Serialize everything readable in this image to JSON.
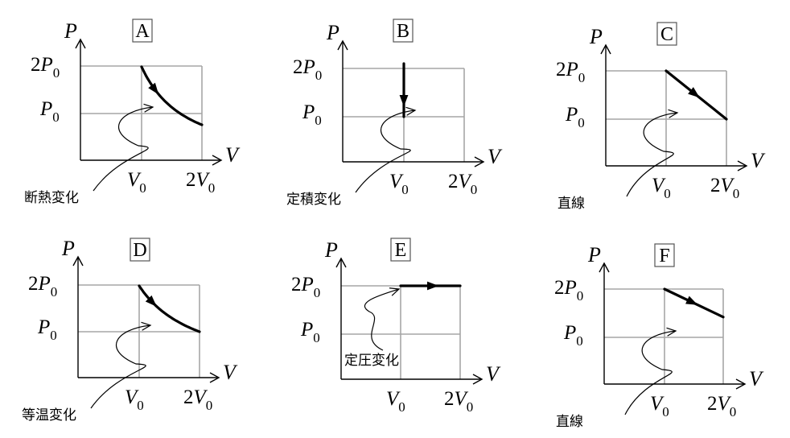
{
  "panels": [
    {
      "letter": "A",
      "note": "断熱変化",
      "curve": "adiabatic"
    },
    {
      "letter": "B",
      "note": "定積変化",
      "curve": "isochoric"
    },
    {
      "letter": "C",
      "note": "直線",
      "curve": "line-steep"
    },
    {
      "letter": "D",
      "note": "等温変化",
      "curve": "isothermal"
    },
    {
      "letter": "E",
      "note": "定圧変化",
      "curve": "isobaric"
    },
    {
      "letter": "F",
      "note": "直線",
      "curve": "line-shallow"
    }
  ],
  "labels": {
    "p_axis": "P",
    "v_axis": "V",
    "two": "2",
    "p_base": "P",
    "v_base": "V",
    "subscript": "0"
  },
  "colors": {
    "grid": "#a6a6a6",
    "ink": "#000000",
    "box": "#555555"
  }
}
